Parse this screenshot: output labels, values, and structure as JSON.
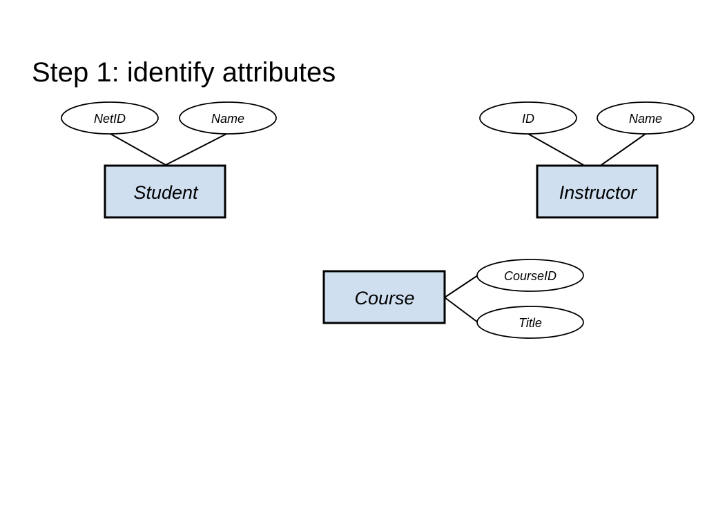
{
  "title": "Step 1: identify attributes",
  "entities": {
    "student": {
      "label": "Student",
      "attributes": [
        "NetID",
        "Name"
      ]
    },
    "instructor": {
      "label": "Instructor",
      "attributes": [
        "ID",
        "Name"
      ]
    },
    "course": {
      "label": "Course",
      "attributes": [
        "CourseID",
        "Title"
      ]
    }
  },
  "colors": {
    "entity_fill": "#cfdff0"
  }
}
